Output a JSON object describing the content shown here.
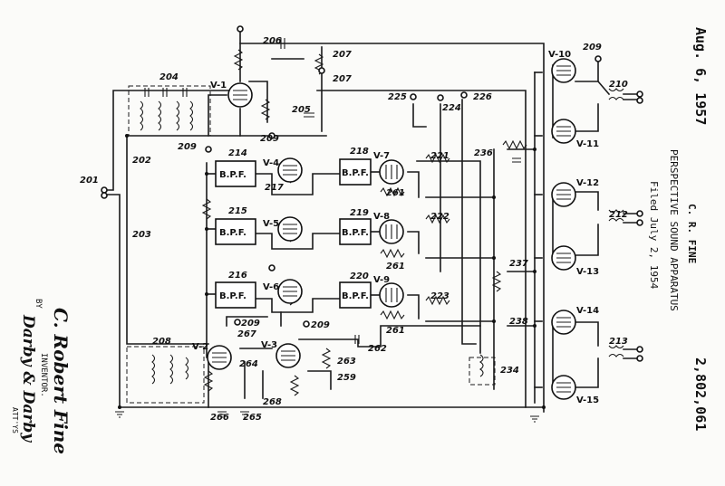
{
  "patent": {
    "date": "Aug. 6, 1957",
    "inventor_name_header": "C. R. FINE",
    "title": "PERSPECTIVE SOUND APPARATUS",
    "filed": "Filed July 2, 1954",
    "number": "2,802,061"
  },
  "signature": {
    "inventor_sig": "C. Robert Fine",
    "inventor_label": "INVENTOR.",
    "by": "BY",
    "attorney_sig": "Darby & Darby",
    "attys": "ATT'YS"
  },
  "boxes": {
    "bpf": "B.P.F."
  },
  "tubes": {
    "v1": "V-1",
    "v2": "V-2",
    "v3": "V-3",
    "v4": "V-4",
    "v5": "V-5",
    "v6": "V-6",
    "v7": "V-7",
    "v8": "V-8",
    "v9": "V-9",
    "v10": "V-10",
    "v11": "V-11",
    "v12": "V-12",
    "v13": "V-13",
    "v14": "V-14",
    "v15": "V-15"
  },
  "refs": {
    "r201": "201",
    "r202": "202",
    "r203": "203",
    "r204": "204",
    "r205": "205",
    "r206": "206",
    "r207a": "207",
    "r207b": "207",
    "r208": "208",
    "r209a": "209",
    "r209b": "209",
    "r209c": "209",
    "r209d": "209",
    "r209e": "209",
    "r210": "210",
    "r212": "212",
    "r213": "213",
    "r214": "214",
    "r215": "215",
    "r216": "216",
    "r217": "217",
    "r218": "218",
    "r219": "219",
    "r220": "220",
    "r221": "221",
    "r222": "222",
    "r223": "223",
    "r224": "224",
    "r225": "225",
    "r226": "226",
    "r234": "234",
    "r236": "236",
    "r237": "237",
    "r238": "238",
    "r259": "259",
    "r261a": "261",
    "r261b": "261",
    "r261c": "261",
    "r262": "262",
    "r263": "263",
    "r264": "264",
    "r265": "265",
    "r266": "266",
    "r267": "267",
    "r268": "268"
  }
}
